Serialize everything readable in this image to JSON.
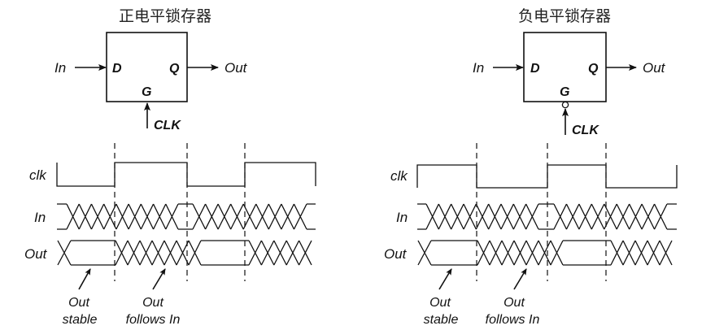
{
  "panels": [
    {
      "id": "positive",
      "title": "正电平锁存器",
      "input_label": "In",
      "output_label": "Out",
      "pin_d": "D",
      "pin_q": "Q",
      "pin_g": "G",
      "clock_label": "CLK",
      "clock_inverted": false,
      "signals": [
        "clk",
        "In",
        "Out"
      ],
      "clk_levels": [
        "low",
        "high",
        "low",
        "high"
      ],
      "annotations": [
        {
          "line1": "Out",
          "line2": "stable"
        },
        {
          "line1": "Out",
          "line2": "follows In"
        }
      ]
    },
    {
      "id": "negative",
      "title": "负电平锁存器",
      "input_label": "In",
      "output_label": "Out",
      "pin_d": "D",
      "pin_q": "Q",
      "pin_g": "G",
      "clock_label": "CLK",
      "clock_inverted": true,
      "signals": [
        "clk",
        "In",
        "Out"
      ],
      "clk_levels": [
        "high",
        "low",
        "high",
        "low"
      ],
      "annotations": [
        {
          "line1": "Out",
          "line2": "stable"
        },
        {
          "line1": "Out",
          "line2": "follows In"
        }
      ]
    }
  ],
  "colors": {
    "ink": "#111111",
    "background": "#ffffff"
  }
}
